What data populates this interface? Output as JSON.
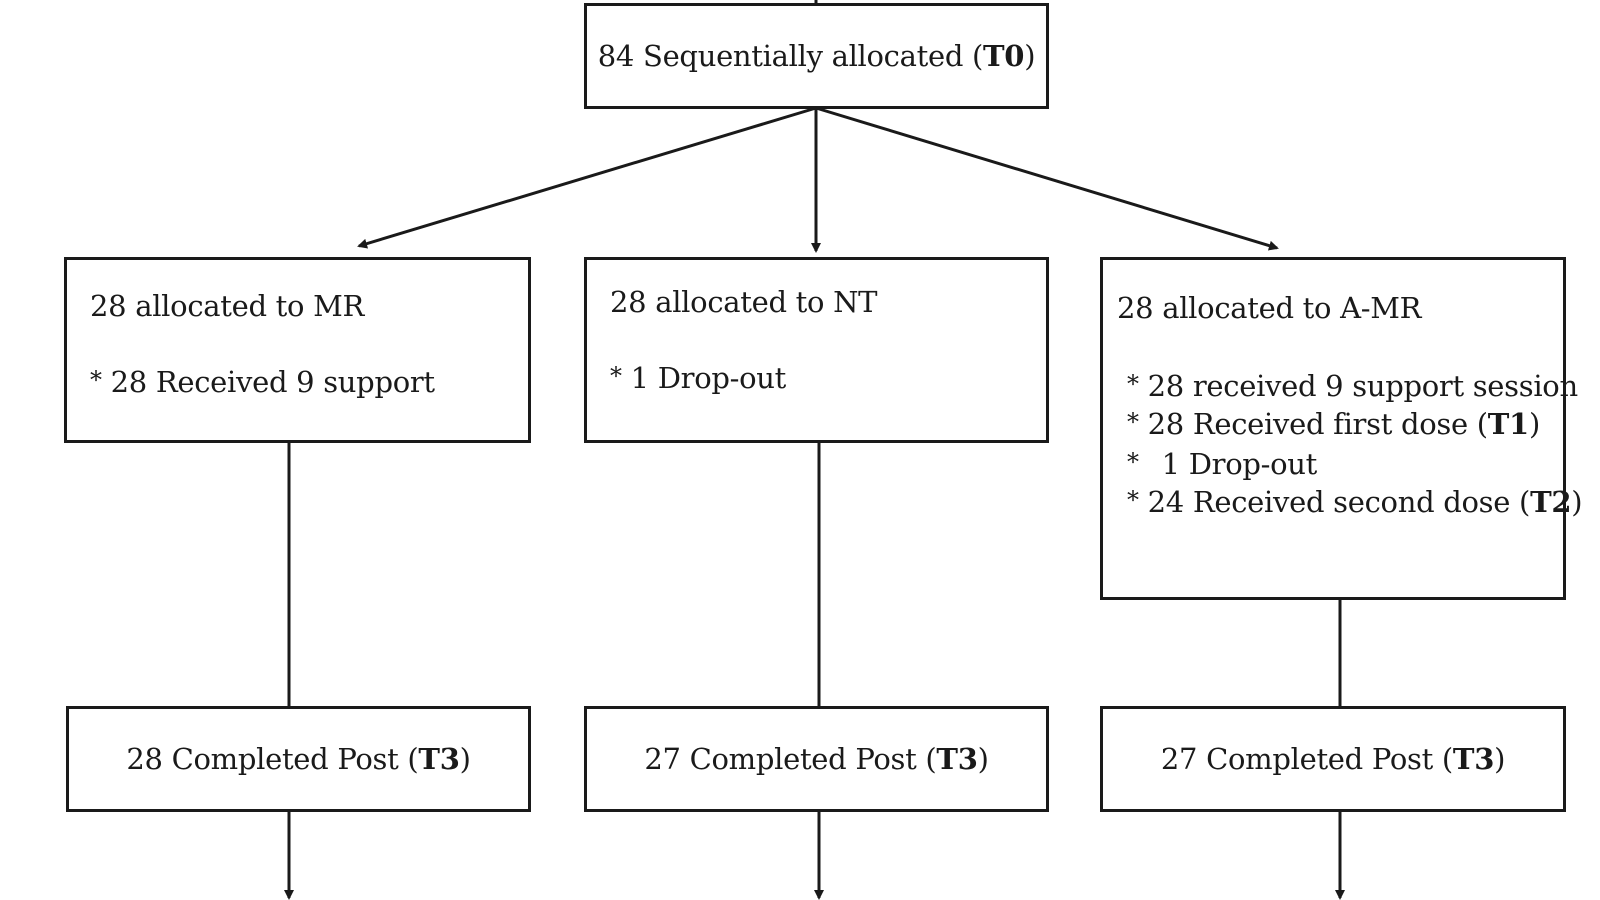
{
  "top": {
    "text": "84 Sequentially allocated (",
    "code": "T0",
    "close": ")"
  },
  "mr": {
    "title": "28 allocated to MR",
    "bullet": "*",
    "item1": "28 Received 9 support"
  },
  "nt": {
    "title": "28 allocated to NT",
    "bullet": "*",
    "item1": "1 Drop-out"
  },
  "amr": {
    "title": "28 allocated to A-MR",
    "bullet": "*",
    "item1": "28 received 9 support session",
    "item2_text": "28 Received first dose (",
    "item2_code": "T1",
    "item2_close": ")",
    "item3": "1 Drop-out",
    "item4_text": "24 Received second dose (",
    "item4_code": "T2",
    "item4_close": ")"
  },
  "post_mr": {
    "text": "28 Completed Post (",
    "code": "T3",
    "close": ")"
  },
  "post_nt": {
    "text": "27 Completed Post (",
    "code": "T3",
    "close": ")"
  },
  "post_amr": {
    "text": "27 Completed Post (",
    "code": "T3",
    "close": ")"
  }
}
